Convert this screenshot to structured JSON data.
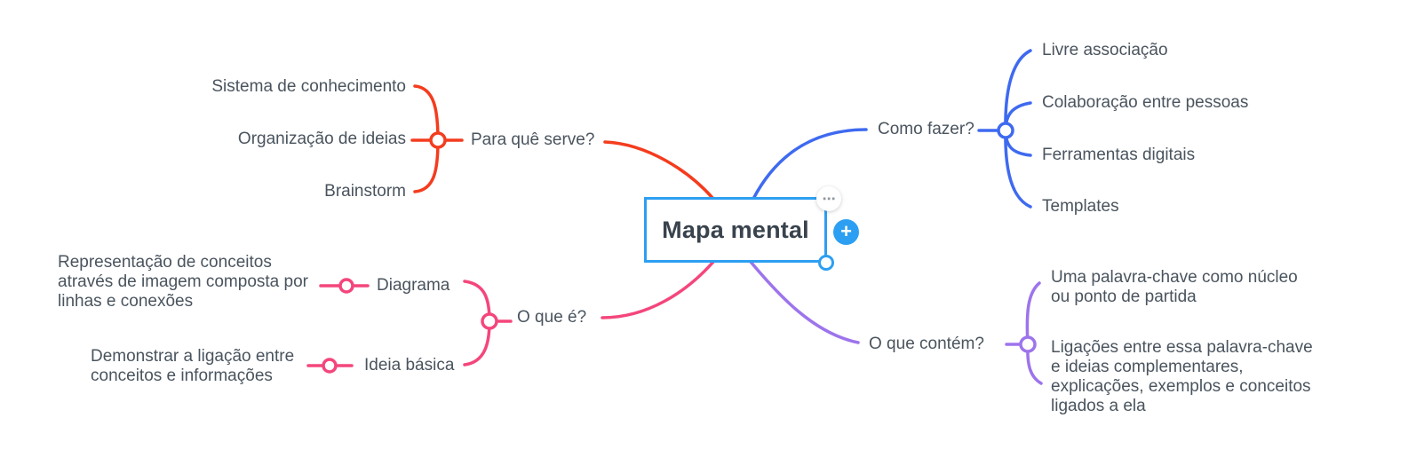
{
  "app": {
    "accent_color": "#2D9FF2",
    "background_color": "#FFFFFF"
  },
  "center_node": {
    "title": "Mapa mental",
    "more_options_icon": "⋯",
    "add_icon": "+"
  },
  "branches": [
    {
      "label": "Para quê serve?",
      "color": "#F43C1E",
      "children": [
        {
          "label": "Sistema de conhecimento"
        },
        {
          "label": "Organização de ideias"
        },
        {
          "label": "Brainstorm"
        }
      ]
    },
    {
      "label": "Como fazer?",
      "color": "#3E6AF0",
      "children": [
        {
          "label": "Livre associação"
        },
        {
          "label": "Colaboração entre pessoas"
        },
        {
          "label": "Ferramentas digitais"
        },
        {
          "label": "Templates"
        }
      ]
    },
    {
      "label": "O que é?",
      "color": "#F4467C",
      "children": [
        {
          "label": "Diagrama",
          "note": "Representação de conceitos\natravés de imagem composta por\nlinhas e conexões"
        },
        {
          "label": "Ideia básica",
          "note": "Demonstrar a ligação entre\nconceitos e informações"
        }
      ]
    },
    {
      "label": "O que contém?",
      "color": "#9D74EC",
      "children": [
        {
          "label": "Uma palavra-chave como núcleo\nou ponto de partida"
        },
        {
          "label": "Ligações entre essa palavra-chave\ne ideias complementares,\nexplicações, exemplos e conceitos\nligados a ela"
        }
      ]
    }
  ]
}
